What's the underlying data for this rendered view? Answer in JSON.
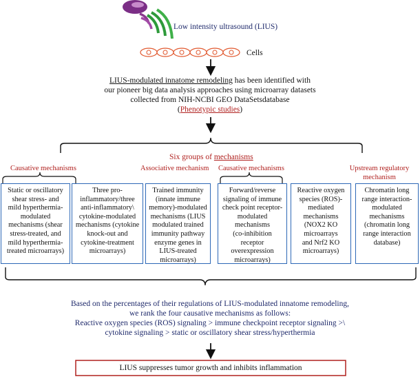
{
  "header": {
    "liua_label": "Low intensity ultrasound (LIUS)",
    "cells_label": "Cells",
    "cell_count": 6
  },
  "summary": {
    "line1_underlined": "LIUS-modulated innatome remodeling",
    "line1_rest": " has been identified with",
    "line2": "our pioneer big data analysis approaches using microarray datasets",
    "line3": "collected from NIH-NCBI GEO DataSetsdatabase",
    "line4_open": "(",
    "line4_underlined": "Phenotypic studies",
    "line4_close": ")"
  },
  "groups": {
    "title_prefix": "Six groups of ",
    "title_underlined": "mechanisms",
    "causative_1": "Causative mechanisms",
    "associative": "Associative mechanism",
    "causative_2": "Causative mechanisms",
    "upstream_1": "Upstream regulatory",
    "upstream_2": "mechanism"
  },
  "boxes": [
    {
      "lines": [
        "Static or oscillatory",
        "shear stress- and",
        "mild hyperthermia-",
        "modulated",
        "mechanisms (shear",
        "stress-treated, and",
        "mild hyperthermia-",
        "treated microarrays)"
      ]
    },
    {
      "lines": [
        "Three pro-",
        "inflammatory/three",
        "anti-inflammatory\\",
        "cytokine-modulated",
        "mechanisms (cytokine",
        "knock-out and",
        "cytokine-treatment",
        "microarrays)"
      ]
    },
    {
      "lines": [
        "Trained immunity",
        "(innate immune",
        "memory)-modulated",
        "mechanisms (LIUS",
        "modulated trained",
        "immunity pathway",
        "enzyme genes in",
        "LIUS-treated",
        "microarrays)"
      ]
    },
    {
      "lines": [
        "Forward/reverse",
        "signaling of immune",
        "check point receptor-",
        "modulated",
        "mechanisms",
        "(co-inhibition",
        "receptor",
        "overexpression",
        "microarrays)"
      ]
    },
    {
      "lines": [
        "Reactive oxygen",
        "species (ROS)-",
        "mediated",
        "mechanisms",
        "(NOX2 KO",
        "microarrays",
        "and Nrf2 KO",
        "microarrays)"
      ]
    },
    {
      "lines": [
        "Chromatin long",
        "range interaction-",
        "modulated",
        "mechanisms",
        "(chromatin long",
        "range interaction",
        "database)"
      ]
    }
  ],
  "ranking": {
    "line1": "Based on the percentages of their regulations of LIUS-modulated innatome remodeling,",
    "line2": "we rank the four causative mechanisms as follows:",
    "line3": "Reactive oxygen species (ROS) signaling > immune checkpoint receptor signaling >\\",
    "line4": "cytokine signaling > static or oscillatory shear stress/hyperthermia"
  },
  "conclusion": "LIUS suppresses tumor growth and inhibits inflammation",
  "colors": {
    "navy": "#1f2a6b",
    "red": "#b0201e",
    "box_border": "#2c67b6",
    "wave_green": "#2e9a3a",
    "wave_purple": "#8a3a8e",
    "cell_orange": "#e0552a"
  }
}
